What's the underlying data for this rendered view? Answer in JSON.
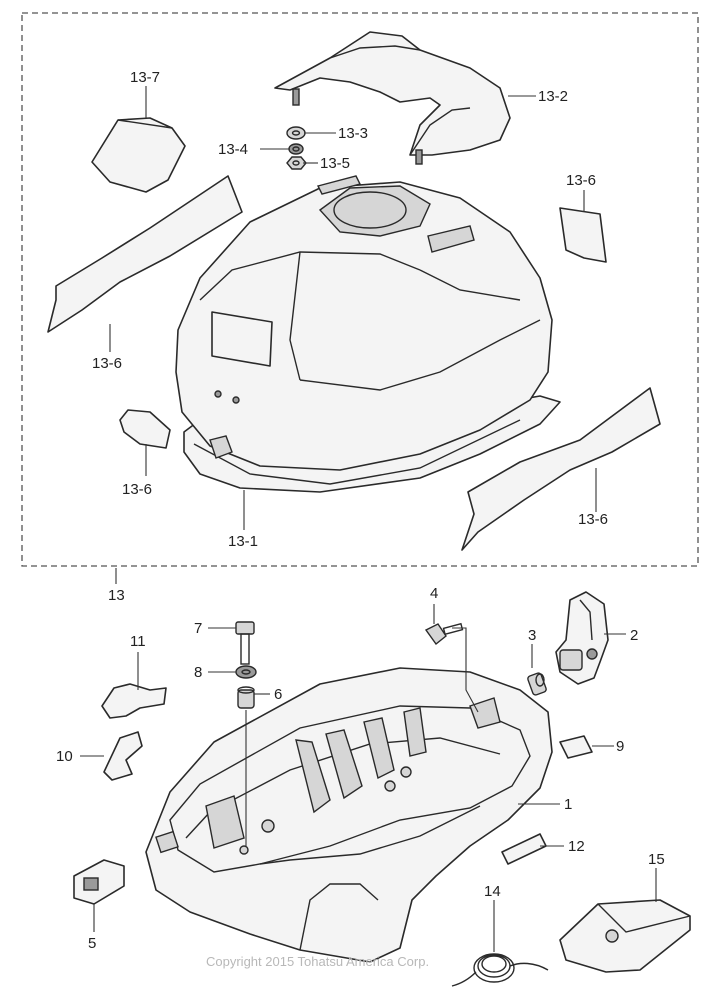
{
  "labels": {
    "p13_7": "13-7",
    "p13_2": "13-2",
    "p13_3": "13-3",
    "p13_4": "13-4",
    "p13_5": "13-5",
    "p13_6a": "13-6",
    "p13_6b": "13-6",
    "p13_6c": "13-6",
    "p13_6d": "13-6",
    "p13_1": "13-1",
    "p13": "13",
    "p1": "1",
    "p2": "2",
    "p3": "3",
    "p4": "4",
    "p5": "5",
    "p6": "6",
    "p7": "7",
    "p8": "8",
    "p9": "9",
    "p10": "10",
    "p11": "11",
    "p12": "12",
    "p14": "14",
    "p15": "15"
  },
  "copyright": "Copyright 2015 Tohatsu America Corp."
}
